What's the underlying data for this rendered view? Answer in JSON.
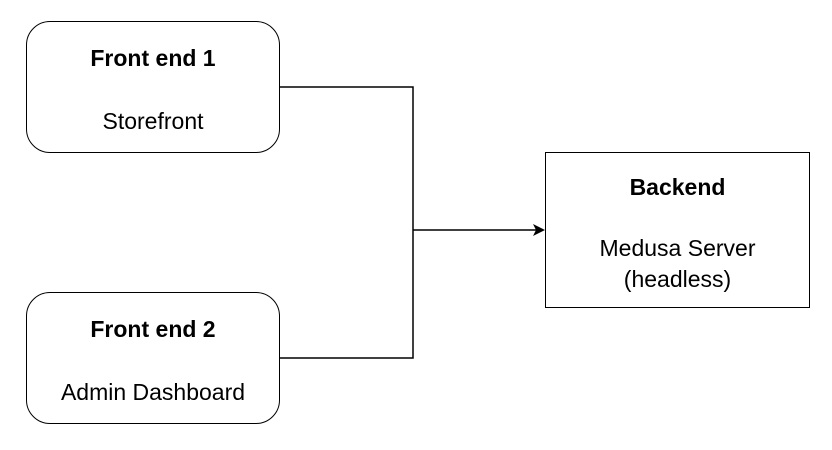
{
  "nodes": {
    "front_end_1": {
      "title": "Front end 1",
      "label": "Storefront"
    },
    "front_end_2": {
      "title": "Front end 2",
      "label": "Admin Dashboard"
    },
    "backend": {
      "title": "Backend",
      "label_line1": "Medusa Server",
      "label_line2": "(headless)"
    }
  },
  "edges": [
    {
      "from": "front_end_1",
      "to": "backend"
    },
    {
      "from": "front_end_2",
      "to": "backend"
    }
  ],
  "colors": {
    "stroke": "#000000",
    "background": "#ffffff"
  }
}
